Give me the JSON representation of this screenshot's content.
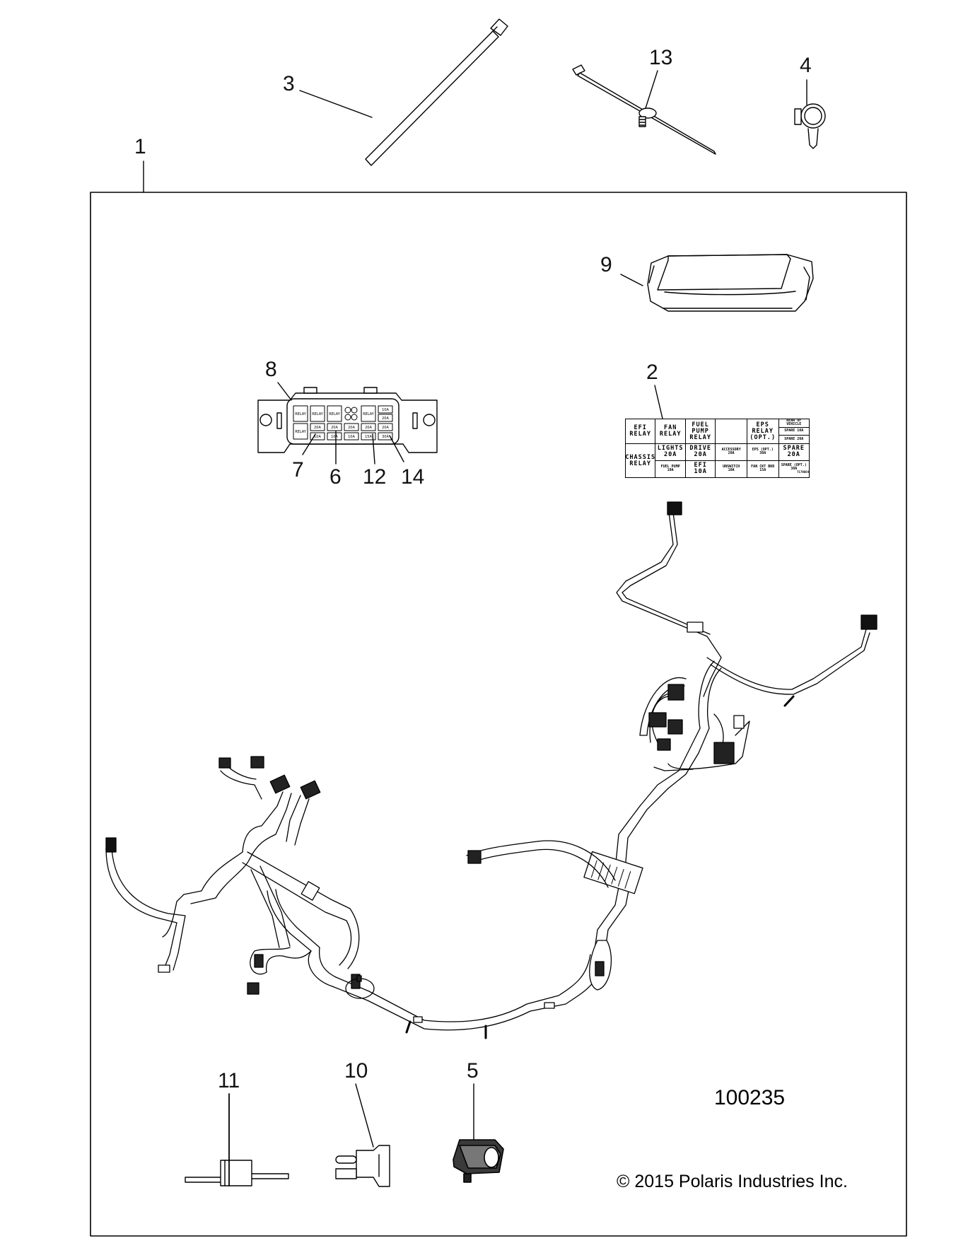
{
  "diagram": {
    "document_number": "100235",
    "copyright": "© 2015 Polaris Industries Inc.",
    "callouts": [
      {
        "id": "1",
        "part": "wiring-harness-assembly"
      },
      {
        "id": "2",
        "part": "fuse-box-label"
      },
      {
        "id": "3",
        "part": "cable-tie"
      },
      {
        "id": "4",
        "part": "harness-clip"
      },
      {
        "id": "5",
        "part": "connector"
      },
      {
        "id": "6",
        "part": "fuse"
      },
      {
        "id": "7",
        "part": "fuse"
      },
      {
        "id": "8",
        "part": "fuse-box"
      },
      {
        "id": "9",
        "part": "fuse-box-cover"
      },
      {
        "id": "10",
        "part": "relay-terminal"
      },
      {
        "id": "11",
        "part": "diode"
      },
      {
        "id": "12",
        "part": "fuse"
      },
      {
        "id": "13",
        "part": "push-mount-cable-tie"
      },
      {
        "id": "14",
        "part": "fuse"
      }
    ],
    "fuse_label": {
      "efi_relay": "EFI\nRELAY",
      "fan_relay": "FAN\nRELAY",
      "fuel_pump_relay": "FUEL\nPUMP\nRELAY",
      "eps_relay": "EPS\nRELAY\n(OPT.)",
      "rear_of_vehicle": "REAR OF\nVEHICLE",
      "spare_10a": "SPARE 10A",
      "spare_20a_small": "SPARE 20A",
      "chassis_relay": "CHASSIS\nRELAY",
      "lights": "LIGHTS\n20A",
      "drive": "DRIVE\n20A",
      "accessory": "ACCESSORY\n20A",
      "eps_opt": "EPS (OPT.)\n30A",
      "spare_20a": "SPARE\n20A",
      "fuel_pump": "FUEL PUMP\n10A",
      "efi": "EFI\n10A",
      "unswitch": "UNSWITCH\n10A",
      "fan_ckt_bkr": "FAN CKT BKR\n15A",
      "spare_opt": "SPARE (OPT.)\n30A",
      "label_part_no": "7179664"
    },
    "fuse_box_cells": [
      "RELAY",
      "RELAY",
      "RELAY",
      "RELAY",
      "RELAY",
      "10A",
      "20A",
      "20A",
      "20A",
      "20A",
      "20A",
      "20A",
      "10A",
      "10A",
      "10A",
      "15A",
      "30A"
    ]
  }
}
